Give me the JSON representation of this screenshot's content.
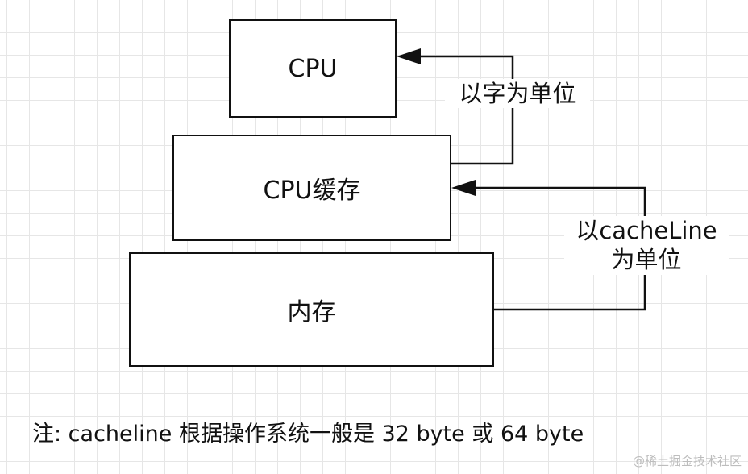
{
  "boxes": {
    "cpu": "CPU",
    "cpu_cache": "CPU缓存",
    "memory": "内存"
  },
  "edges": {
    "cache_to_cpu_label": "以字为单位",
    "memory_to_cache_label": "以cacheLine\n为单位"
  },
  "note": "注: cacheline 根据操作系统一般是 32 byte 或 64 byte",
  "watermark": "@稀土掘金技术社区",
  "colors": {
    "line": "#111111",
    "grid": "#e6e6e6",
    "background": "#ffffff"
  }
}
